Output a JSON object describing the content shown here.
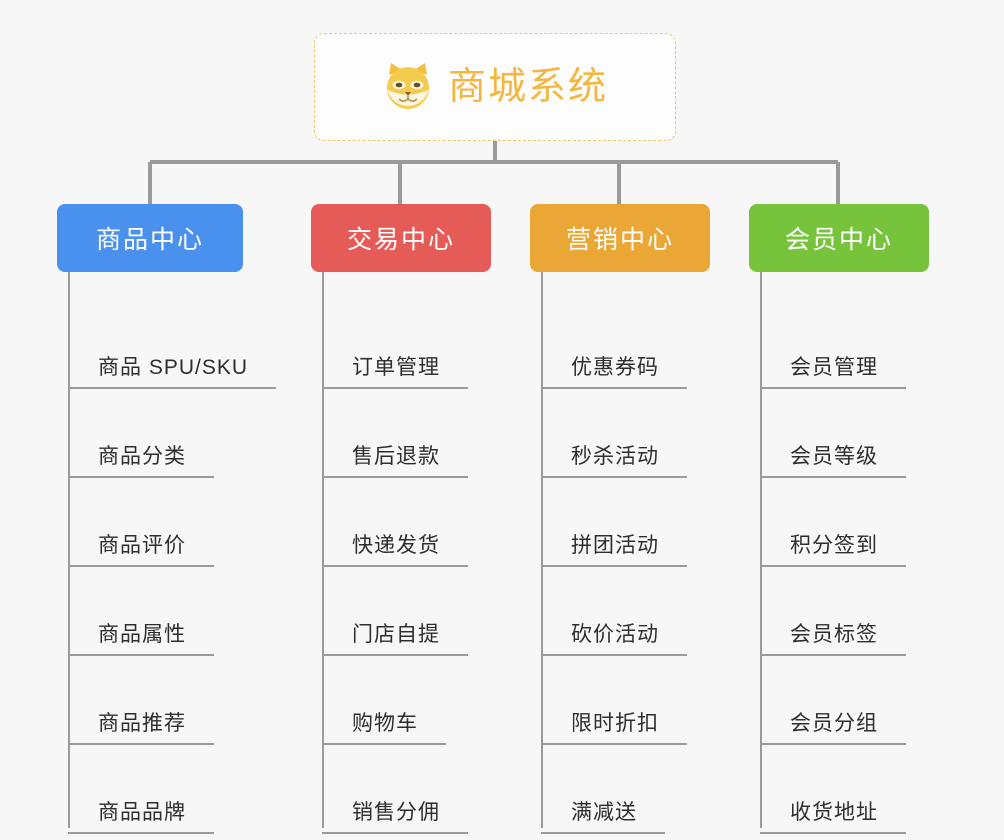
{
  "diagram": {
    "type": "mind-map",
    "background_color": "#f7f7f7",
    "root": {
      "title": "商城系统",
      "icon": "shiba-dog-face-icon",
      "text_color": "#f5b63f",
      "border_color": "#f0c469",
      "background_color": "#fdfdfd"
    },
    "connector_color": "#9a9a9a",
    "branches": [
      {
        "label": "商品中心",
        "color": "#4a90ed",
        "items": [
          "商品 SPU/SKU",
          "商品分类",
          "商品评价",
          "商品属性",
          "商品推荐",
          "商品品牌"
        ]
      },
      {
        "label": "交易中心",
        "color": "#e55b58",
        "items": [
          "订单管理",
          "售后退款",
          "快递发货",
          "门店自提",
          "购物车",
          "销售分佣"
        ]
      },
      {
        "label": "营销中心",
        "color": "#eaa735",
        "items": [
          "优惠券码",
          "秒杀活动",
          "拼团活动",
          "砍价活动",
          "限时折扣",
          "满减送"
        ]
      },
      {
        "label": "会员中心",
        "color": "#77c43c",
        "items": [
          "会员管理",
          "会员等级",
          "积分签到",
          "会员标签",
          "会员分组",
          "收货地址"
        ]
      }
    ]
  }
}
